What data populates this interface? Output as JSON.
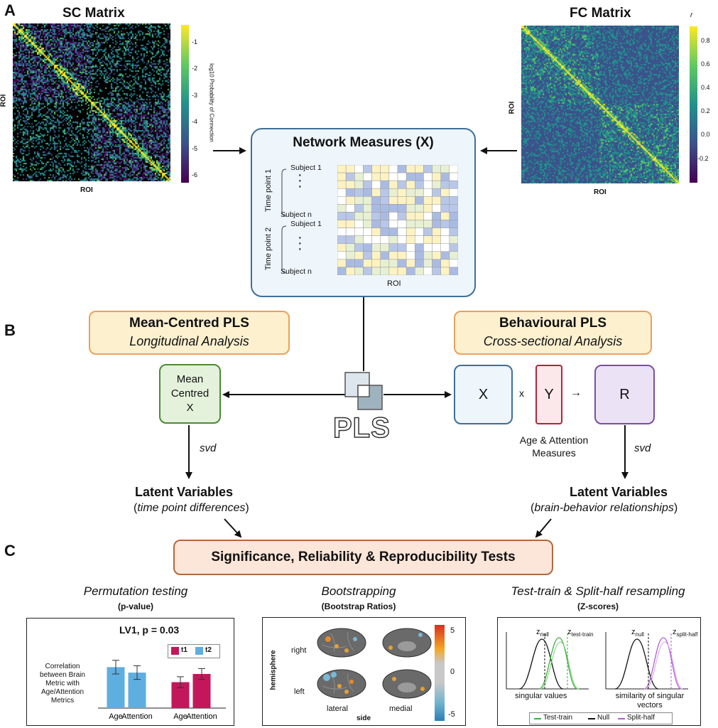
{
  "panels": {
    "a": "A",
    "b": "B",
    "c": "C"
  },
  "sc_matrix": {
    "title": "SC Matrix",
    "x_label": "ROI",
    "y_label": "ROI",
    "colorbar_label": "log10 Probability of Connection",
    "colorbar_ticks": [
      "-1",
      "-2",
      "-3",
      "-4",
      "-5",
      "-6"
    ]
  },
  "fc_matrix": {
    "title": "FC Matrix",
    "x_label": "ROI",
    "y_label": "ROI",
    "colorbar_label": "r",
    "colorbar_ticks": [
      "0.8",
      "0.6",
      "0.4",
      "0.2",
      "0.0",
      "-0.2"
    ]
  },
  "network": {
    "title": "Network Measures (X)",
    "subject1_a": "Subject 1",
    "subjectn_a": "Subject n",
    "subject1_b": "Subject 1",
    "subjectn_b": "Subject n",
    "timepoint1": "Time point 1",
    "timepoint2": "Time point 2",
    "x_label": "ROI"
  },
  "mean_centred": {
    "title": "Mean-Centred PLS",
    "subtitle": "Longitudinal Analysis",
    "box_line1": "Mean",
    "box_line2": "Centred",
    "box_line3": "X",
    "svd": "svd",
    "lv_title": "Latent Variables",
    "lv_sub_open": "(",
    "lv_sub": "time point differences",
    "lv_sub_close": ")"
  },
  "behavioural": {
    "title": "Behavioural PLS",
    "subtitle": "Cross-sectional Analysis",
    "x": "X",
    "times": "x",
    "y": "Y",
    "arrow": "→",
    "r": "R",
    "measures_line1": "Age & Attention",
    "measures_line2": "Measures",
    "svd": "svd",
    "lv_title": "Latent Variables",
    "lv_sub_open": "(",
    "lv_sub": "brain-behavior relationships",
    "lv_sub_close": ")"
  },
  "pls_logo": "PLS",
  "tests_title": "Significance, Reliability & Reproducibility Tests",
  "permutation": {
    "title": "Permutation testing",
    "subtitle": "(p-value)",
    "chart_title": "LV1, p = 0.03",
    "ylabel_lines": [
      "Correlation",
      "between Brain",
      "Metric with",
      "Age/Attention",
      "Metrics"
    ],
    "legend": [
      "t1",
      "t2"
    ]
  },
  "bootstrapping": {
    "title": "Bootstrapping",
    "subtitle": "(Bootstrap Ratios)",
    "row_labels": [
      "right",
      "left"
    ],
    "y_axis": "hemisphere",
    "col_labels": [
      "lateral",
      "medial"
    ],
    "x_axis": "side",
    "colorbar_ticks": [
      "5",
      "0",
      "-5"
    ]
  },
  "resampling": {
    "title": "Test-train & Split-half resampling",
    "subtitle": "(Z-scores)",
    "z": "z",
    "null_sub": "null",
    "tt_sub": "test-train",
    "sh_sub": "split-half",
    "left_label": "singular values",
    "right_label_line1": "similarity of singular",
    "right_label_line2": "vectors",
    "legend": [
      "Test-train",
      "Null",
      "Split-half"
    ]
  },
  "colors": {
    "blue_bar": "#5faee0",
    "magenta_bar": "#c2185b",
    "green_curve": "#3fae3f",
    "purple_curve": "#b35dd1",
    "box_border_blue": "#3e6f9a",
    "orange_border": "#e9a15b",
    "green_border": "#4c8a32",
    "red_border": "#b2243b",
    "purple_border": "#7a4fa3"
  },
  "chart_data": [
    {
      "type": "bar",
      "title": "LV1, p = 0.03",
      "categories": [
        "Age",
        "Attention",
        "Age",
        "Attention"
      ],
      "series": [
        {
          "name": "t1",
          "values": [
            null,
            null,
            0.38,
            0.5
          ]
        },
        {
          "name": "t2",
          "values": [
            0.6,
            0.52,
            null,
            null
          ]
        }
      ],
      "errors": [
        0.1,
        0.1,
        0.08,
        0.08
      ],
      "ylabel": "Correlation between Brain Metric with Age/Attention Metrics",
      "ylim": [
        0,
        1
      ]
    }
  ]
}
